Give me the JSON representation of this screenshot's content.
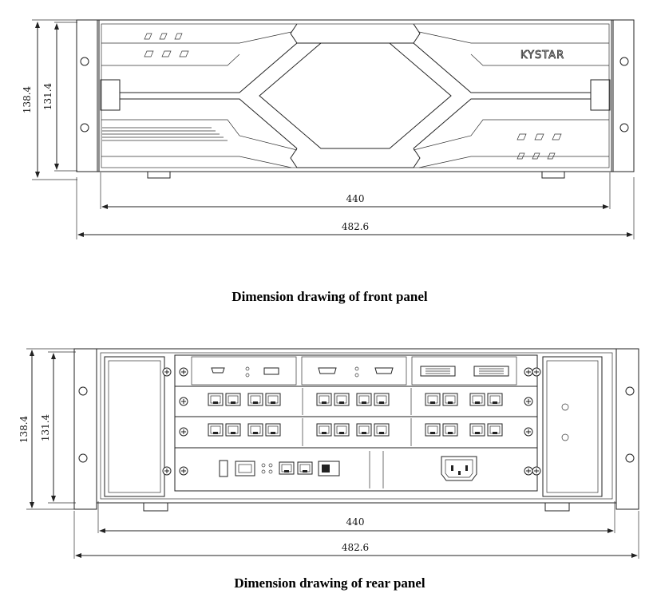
{
  "front": {
    "brand": "KYSTAR",
    "dims": {
      "outer_height": "138.4",
      "inner_height": "131.4",
      "inner_width": "440",
      "outer_width": "482.6"
    },
    "caption": "Dimension drawing of front panel"
  },
  "rear": {
    "dims": {
      "outer_height": "138.4",
      "inner_height": "131.4",
      "inner_width": "440",
      "outer_width": "482.6"
    },
    "caption": "Dimension drawing of rear panel"
  }
}
